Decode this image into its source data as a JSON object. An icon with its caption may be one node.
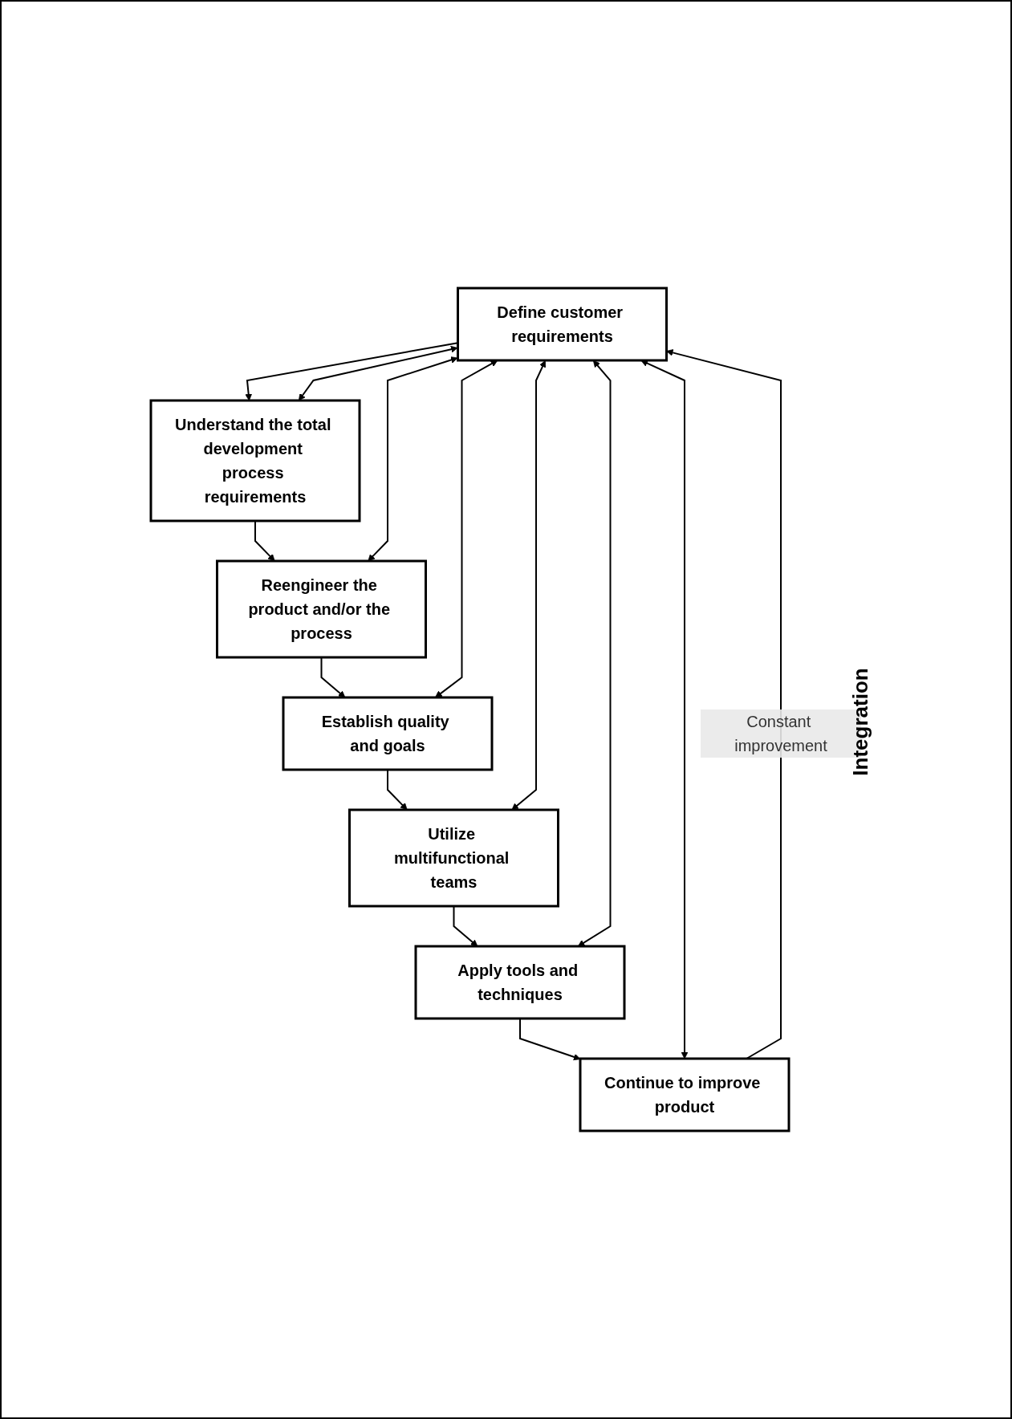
{
  "diagram": {
    "nodes": [
      {
        "text": [
          "Define customer requirements"
        ]
      },
      {
        "text": [
          "Understand the total development process requirements"
        ]
      },
      {
        "text": [
          "Reengineer the product and/or the process"
        ]
      },
      {
        "text": [
          "Establish quality and goals"
        ]
      },
      {
        "text": [
          "Utilize multifunctional teams"
        ]
      },
      {
        "text": [
          "Apply tools and techniques"
        ]
      },
      {
        "text": [
          "Continue to improve product"
        ]
      }
    ],
    "edges": [
      {
        "from": 0,
        "to": 1,
        "arrow": "to"
      },
      {
        "from": 1,
        "to": 2,
        "arrow": "to"
      },
      {
        "from": 2,
        "to": 3,
        "arrow": "to"
      },
      {
        "from": 3,
        "to": 4,
        "arrow": "to"
      },
      {
        "from": 4,
        "to": 5,
        "arrow": "to"
      },
      {
        "from": 5,
        "to": 6,
        "arrow": "to"
      },
      {
        "from": 6,
        "to": 0,
        "arrow": "to",
        "label": "Constant improvement"
      },
      {
        "from": 0,
        "to": 1,
        "arrow": "both"
      },
      {
        "from": 0,
        "to": 2,
        "arrow": "both"
      },
      {
        "from": 0,
        "to": 3,
        "arrow": "both"
      },
      {
        "from": 0,
        "to": 4,
        "arrow": "both"
      },
      {
        "from": 0,
        "to": 5,
        "arrow": "both"
      },
      {
        "from": 0,
        "to": 6,
        "arrow": "both"
      }
    ],
    "labels": [
      "Integration"
    ]
  }
}
